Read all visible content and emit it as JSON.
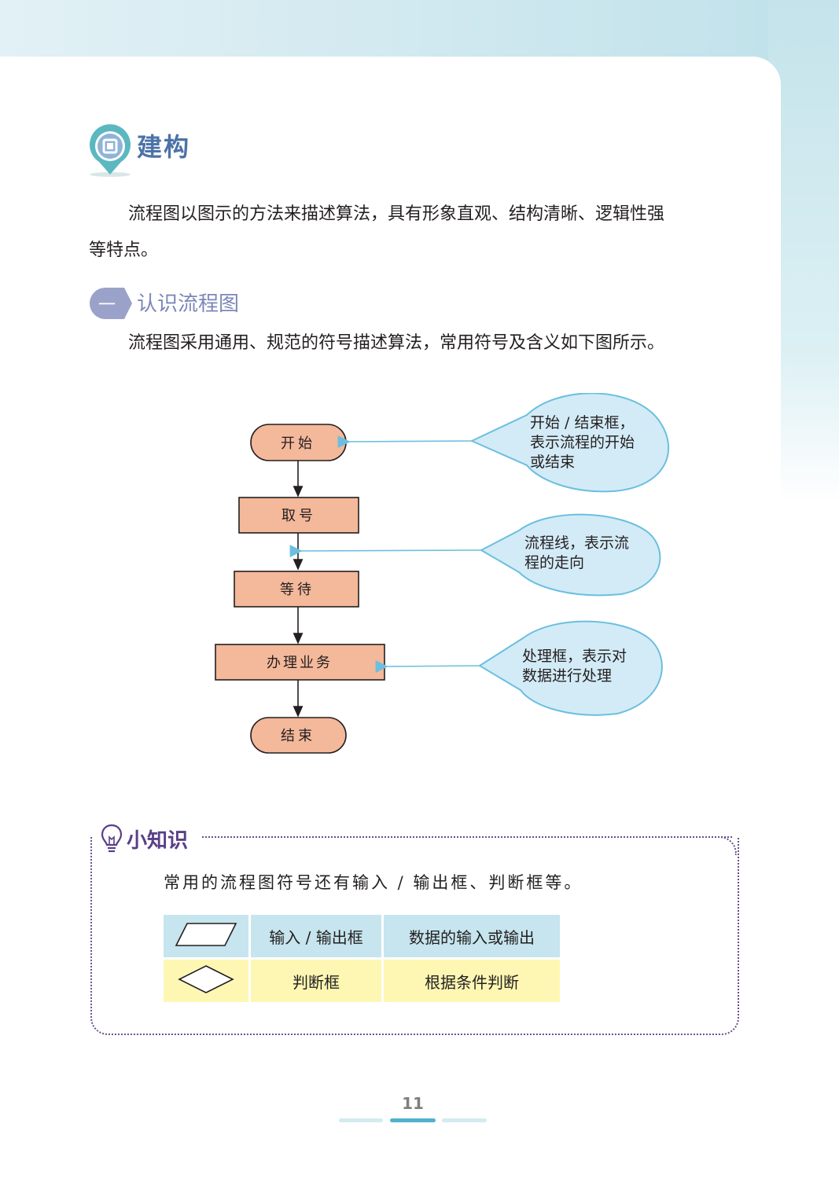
{
  "section": {
    "title": "建构"
  },
  "intro": {
    "line1": "流程图以图示的方法来描述算法，具有形象直观、结构清晰、逻辑性强",
    "line2": "等特点。"
  },
  "subsection": {
    "number": "一",
    "title": "认识流程图",
    "text": "流程图采用通用、规范的符号描述算法，常用符号及含义如下图所示。"
  },
  "flowchart": {
    "nodes": [
      {
        "label": "开始",
        "shape": "terminal"
      },
      {
        "label": "取号",
        "shape": "process"
      },
      {
        "label": "等待",
        "shape": "process"
      },
      {
        "label": "办理业务",
        "shape": "process"
      },
      {
        "label": "结束",
        "shape": "terminal"
      }
    ],
    "callouts": [
      {
        "lines": [
          "开始 / 结束框，",
          "表示流程的开始",
          "或结束"
        ]
      },
      {
        "lines": [
          "流程线，表示流",
          "程的走向"
        ]
      },
      {
        "lines": [
          "处理框，表示对",
          "数据进行处理"
        ]
      }
    ]
  },
  "tip": {
    "title": "小知识",
    "text": "常用的流程图符号还有输入 / 输出框、判断框等。",
    "rows": [
      {
        "shape": "parallelogram",
        "name": "输入 / 输出框",
        "meaning": "数据的输入或输出"
      },
      {
        "shape": "diamond",
        "name": "判断框",
        "meaning": "根据条件判断"
      }
    ]
  },
  "page_number": "11",
  "colors": {
    "box_fill": "#f4b89a",
    "callout_fill": "#d3ebf6",
    "callout_stroke": "#6bbfe0",
    "title_blue": "#4c73a8",
    "sub_purple": "#7d87b7",
    "tip_purple": "#5a3f87"
  }
}
